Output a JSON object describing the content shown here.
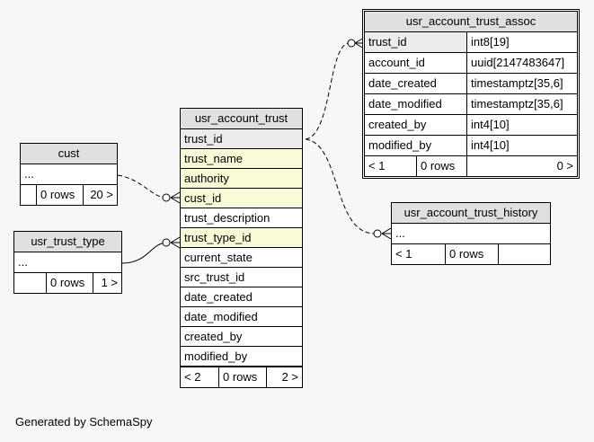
{
  "tables": {
    "usr_account_trust_assoc": {
      "title": "usr_account_trust_assoc",
      "columns": [
        {
          "name": "trust_id",
          "type": "int8[19]"
        },
        {
          "name": "account_id",
          "type": "uuid[2147483647]"
        },
        {
          "name": "date_created",
          "type": "timestamptz[35,6]"
        },
        {
          "name": "date_modified",
          "type": "timestamptz[35,6]"
        },
        {
          "name": "created_by",
          "type": "int4[10]"
        },
        {
          "name": "modified_by",
          "type": "int4[10]"
        }
      ],
      "footer": [
        "< 1",
        "0 rows",
        "0 >"
      ]
    },
    "usr_account_trust": {
      "title": "usr_account_trust",
      "columns": [
        "trust_id",
        "trust_name",
        "authority",
        "cust_id",
        "trust_description",
        "trust_type_id",
        "current_state",
        "src_trust_id",
        "date_created",
        "date_modified",
        "created_by",
        "modified_by"
      ],
      "footer": [
        "< 2",
        "0 rows",
        "2 >"
      ]
    },
    "cust": {
      "title": "cust",
      "ellipsis": "...",
      "footer": [
        "",
        "0 rows",
        "20 >"
      ]
    },
    "usr_trust_type": {
      "title": "usr_trust_type",
      "ellipsis": "...",
      "footer": [
        "",
        "0 rows",
        "1 >"
      ]
    },
    "usr_account_trust_history": {
      "title": "usr_account_trust_history",
      "ellipsis": "...",
      "footer": [
        "< 1",
        "0 rows",
        ""
      ]
    }
  },
  "footer_text": "Generated by SchemaSpy"
}
